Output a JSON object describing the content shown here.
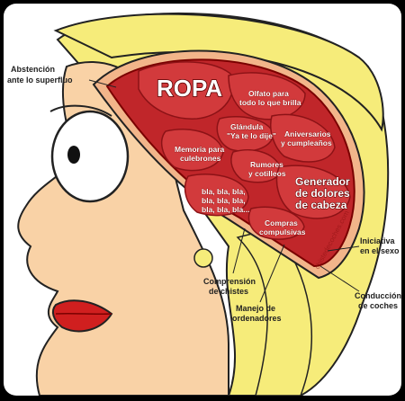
{
  "labels": {
    "ropa": "ROPA",
    "olfato_1": "Olfato para",
    "olfato_2": "todo lo que brilla",
    "glandula_1": "Glándula",
    "glandula_2": "\"Ya te lo dije\"",
    "aniversarios_1": "Aniversarios",
    "aniversarios_2": "y cumpleaños",
    "memoria_1": "Memoria para",
    "memoria_2": "culebrones",
    "rumores_1": "Rumores",
    "rumores_2": "y cotilleos",
    "generador_1": "Generador",
    "generador_2": "de dolores",
    "generador_3": "de cabeza",
    "bla_1": "bla, bla, bla,",
    "bla_2": "bla, bla, bla,",
    "bla_3": "bla, bla, bla...",
    "compras_1": "Compras",
    "compras_2": "compulsivas",
    "abstencion_1": "Abstención",
    "abstencion_2": "ante lo superfluo",
    "iniciativa_1": "Iniciativa",
    "iniciativa_2": "en el sexo",
    "comprension_1": "Comprensión",
    "comprension_2": "de chistes",
    "manejo_1": "Manejo de",
    "manejo_2": "ordenadores",
    "conduccion_1": "Conducción",
    "conduccion_2": "de coches",
    "watermark": "chistedecoches.com"
  },
  "colors": {
    "skin": "#f9d2a6",
    "hair": "#f6ec7a",
    "brain": "#c0262a",
    "brain_dark": "#8c1216",
    "lips": "#d01f1f"
  }
}
